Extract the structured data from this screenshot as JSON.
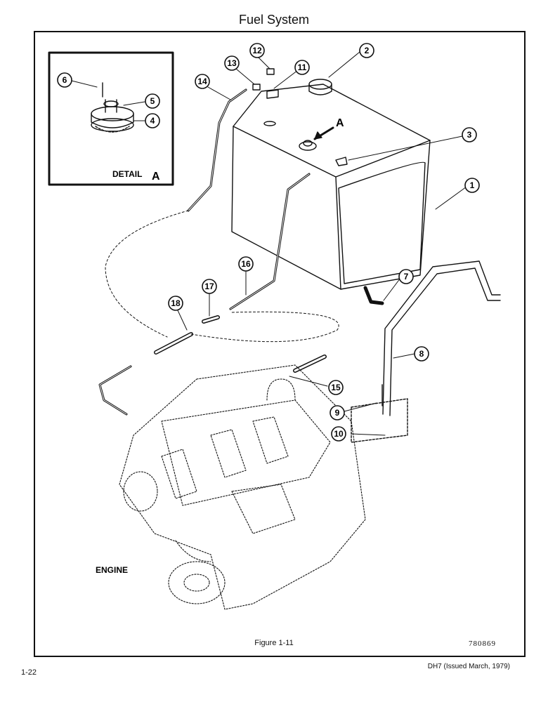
{
  "title": "Fuel System",
  "detail": {
    "label": "DETAIL",
    "letter": "A"
  },
  "tank_view_letter": "A",
  "engine_label": "ENGINE",
  "callouts": [
    "1",
    "2",
    "3",
    "4",
    "5",
    "6",
    "7",
    "8",
    "9",
    "10",
    "11",
    "12",
    "13",
    "14",
    "15",
    "16",
    "17",
    "18"
  ],
  "caption": "Figure 1-11",
  "figure_number": "780869",
  "page_number": "1-22",
  "issue_note": "DH7 (Issued March, 1979)"
}
